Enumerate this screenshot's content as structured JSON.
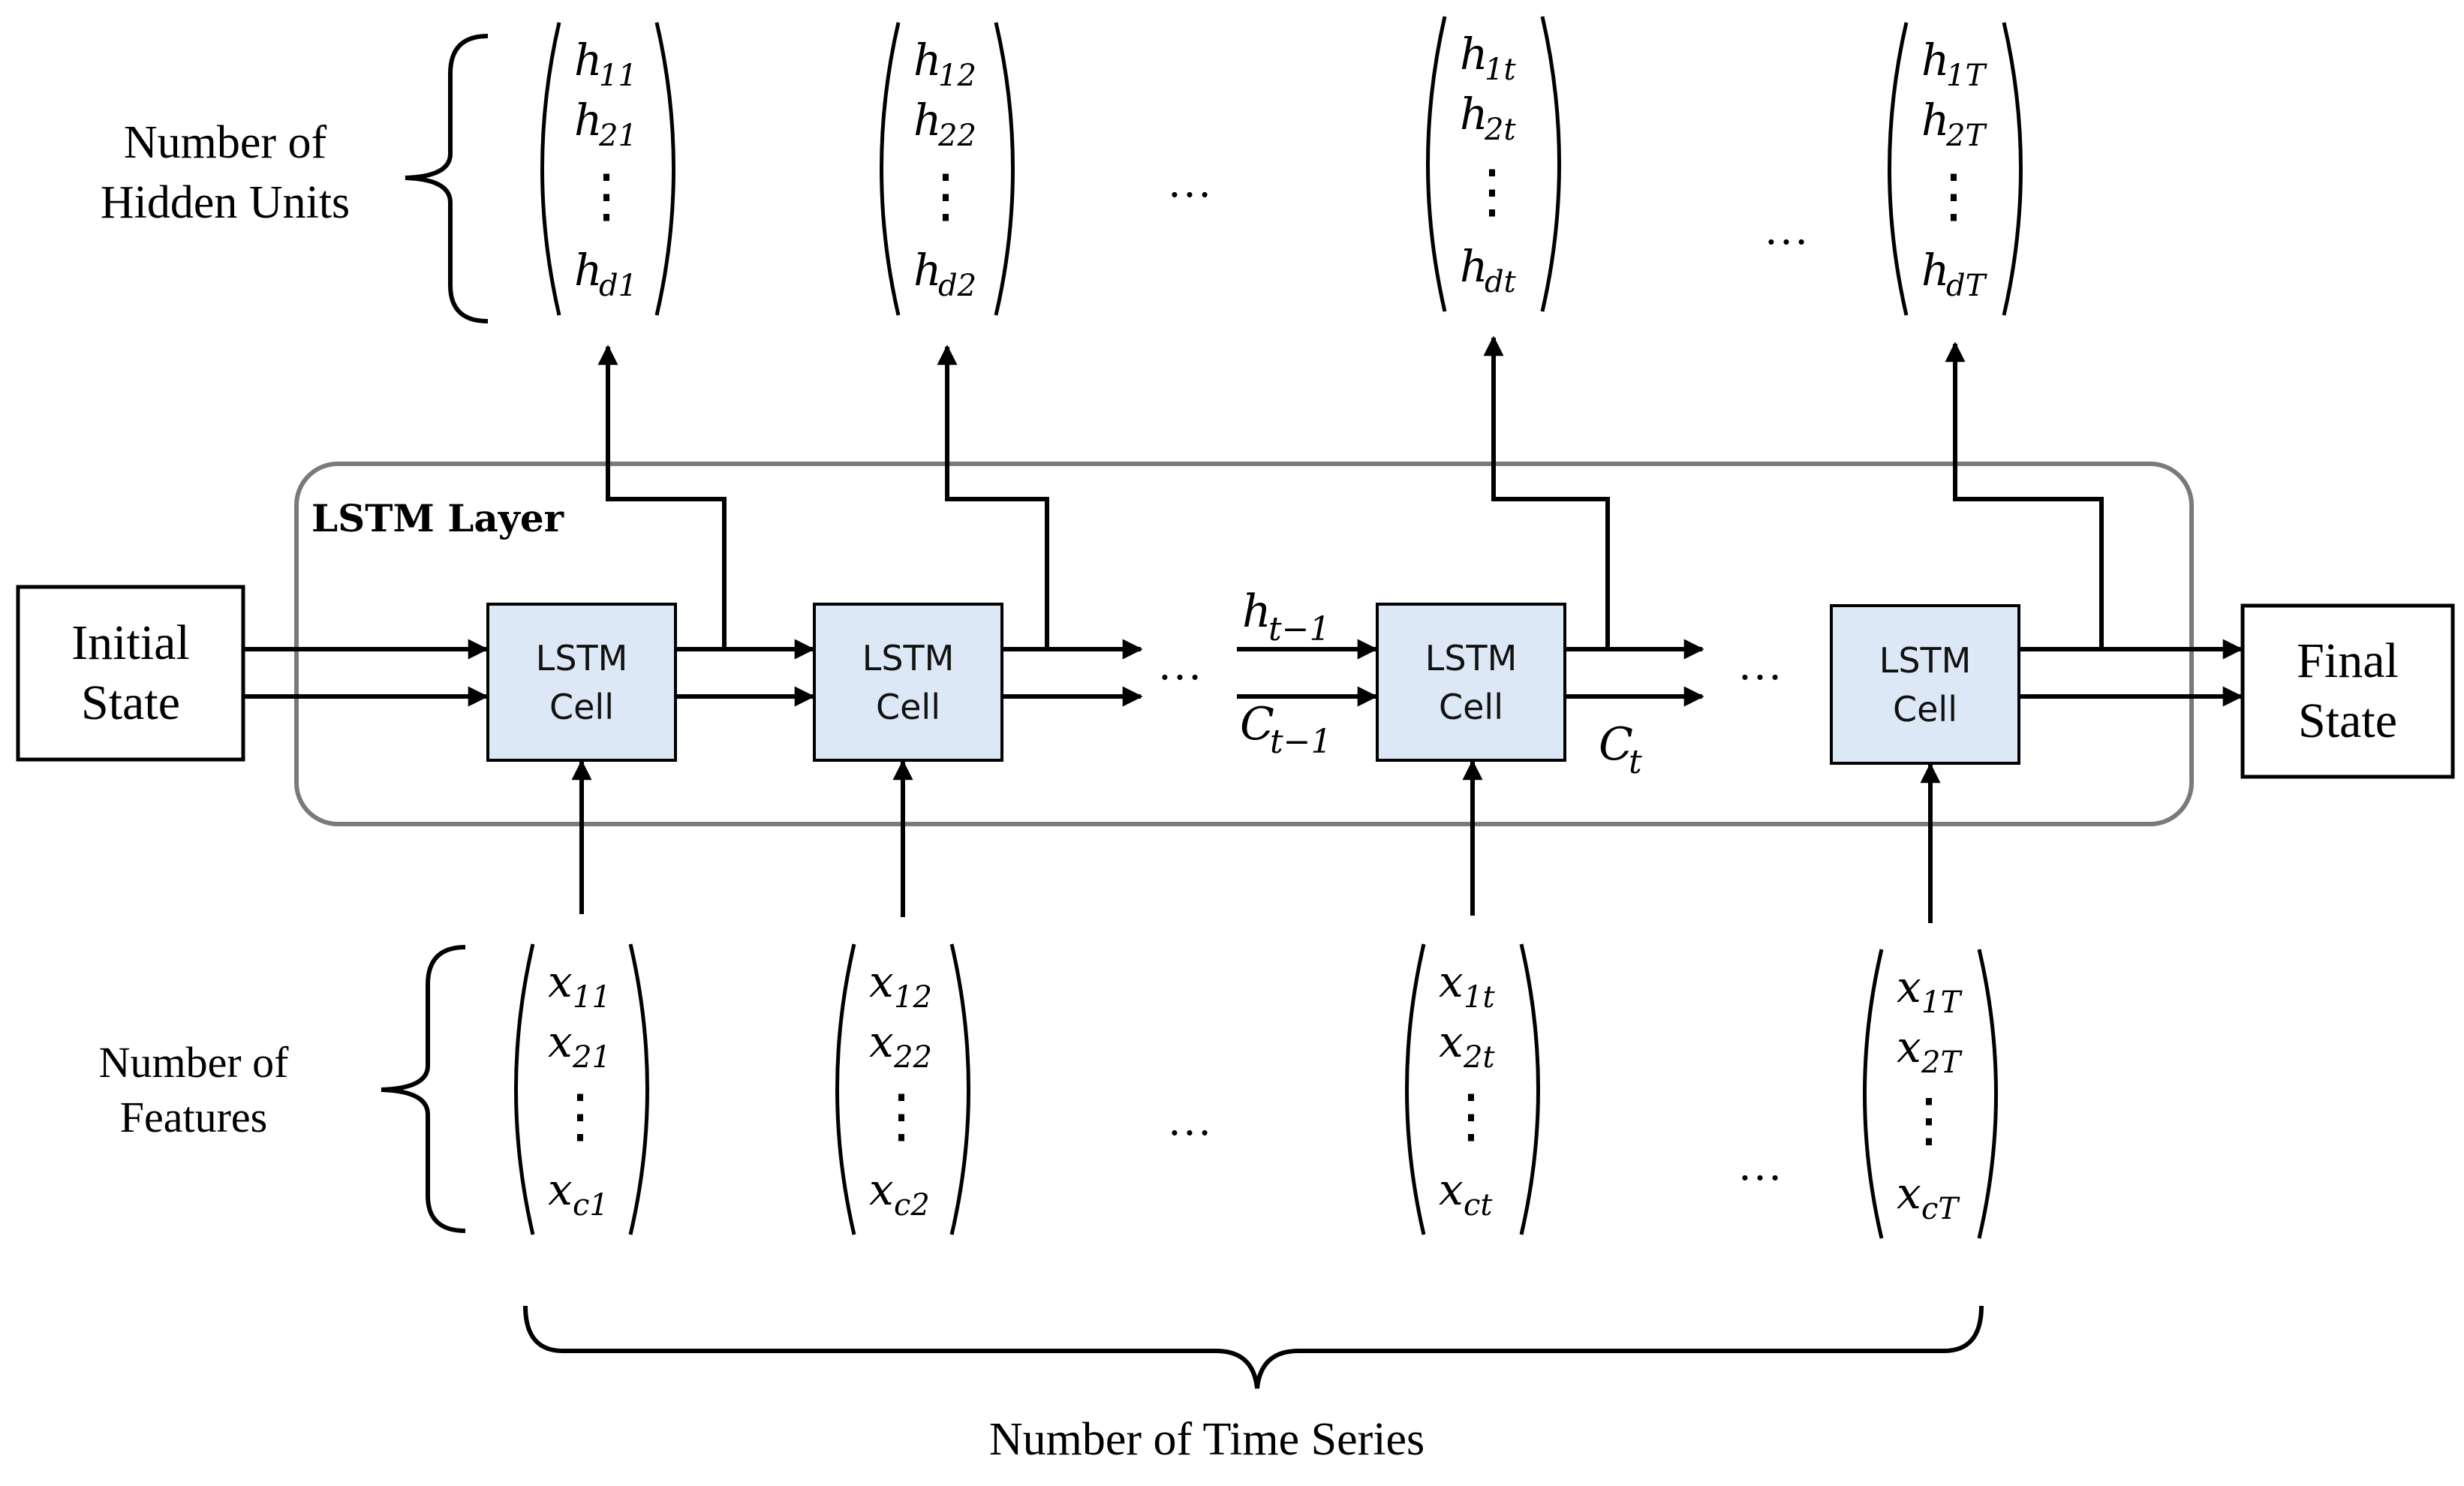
{
  "layer_label": "LSTM Layer",
  "initial_state": {
    "line1": "Initial",
    "line2": "State"
  },
  "final_state": {
    "line1": "Final",
    "line2": "State"
  },
  "cell": {
    "line1": "LSTM",
    "line2": "Cell"
  },
  "hidden_units_label": {
    "line1": "Number of",
    "line2": "Hidden Units"
  },
  "features_label": {
    "line1": "Number of",
    "line2": "Features"
  },
  "time_series_label": "Number of Time Series",
  "ellipsis": "…",
  "vdots": "⋮",
  "hidden_vectors": [
    {
      "top": "h",
      "top_sub": "11",
      "second": "h",
      "second_sub": "21",
      "bottom": "h",
      "bottom_sub": "d1"
    },
    {
      "top": "h",
      "top_sub": "12",
      "second": "h",
      "second_sub": "22",
      "bottom": "h",
      "bottom_sub": "d2"
    },
    {
      "top": "h",
      "top_sub": "1t",
      "second": "h",
      "second_sub": "2t",
      "bottom": "h",
      "bottom_sub": "dt"
    },
    {
      "top": "h",
      "top_sub": "1T",
      "second": "h",
      "second_sub": "2T",
      "bottom": "h",
      "bottom_sub": "dT"
    }
  ],
  "feature_vectors": [
    {
      "top": "x",
      "top_sub": "11",
      "second": "x",
      "second_sub": "21",
      "bottom": "x",
      "bottom_sub": "c1"
    },
    {
      "top": "x",
      "top_sub": "12",
      "second": "x",
      "second_sub": "22",
      "bottom": "x",
      "bottom_sub": "c2"
    },
    {
      "top": "x",
      "top_sub": "1t",
      "second": "x",
      "second_sub": "2t",
      "bottom": "x",
      "bottom_sub": "ct"
    },
    {
      "top": "x",
      "top_sub": "1T",
      "second": "x",
      "second_sub": "2T",
      "bottom": "x",
      "bottom_sub": "cT"
    }
  ],
  "state_labels": {
    "h_prev": "h",
    "h_prev_sub": "t−1",
    "c_prev": "C",
    "c_prev_sub": "t−1",
    "c_t": "C",
    "c_t_sub": "t"
  },
  "colors": {
    "cell_fill": "#dce8f5",
    "layer_border": "#7a7a7a",
    "stroke": "#000000"
  }
}
